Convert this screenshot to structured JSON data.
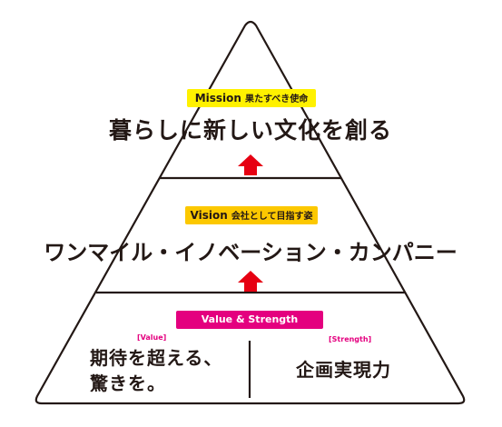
{
  "mission": {
    "tag_en": "Mission",
    "tag_jp": "果たすべき使命",
    "statement": "暮らしに新しい文化を創る"
  },
  "vision": {
    "tag_en": "Vision",
    "tag_jp": "会社として目指す姿",
    "statement": "ワンマイル・イノベーション・カンパニー"
  },
  "value_strength": {
    "tag": "Value & Strength",
    "value_label": "[Value]",
    "value_text": "期待を超える、\n驚きを。",
    "strength_label": "[Strength]",
    "strength_text": "企画実現力"
  },
  "colors": {
    "mission_tag": "#fff100",
    "vision_tag": "#fcc800",
    "value_tag": "#e4007f",
    "arrow": "#e60012",
    "outline": "#231815"
  }
}
